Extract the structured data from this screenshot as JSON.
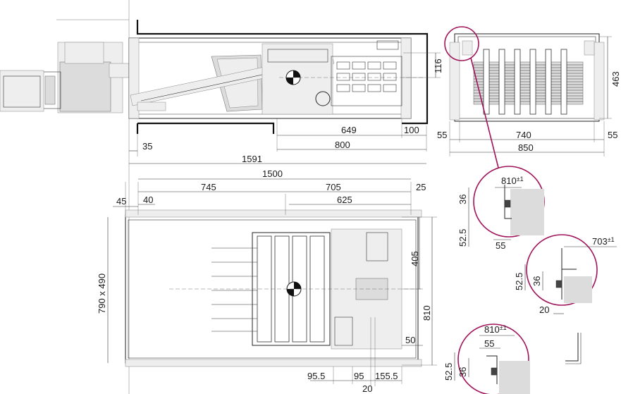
{
  "drawing": {
    "side_view": {
      "dims": {
        "d116": "116",
        "d649": "649",
        "d100": "100",
        "d35": "35",
        "d800": "800",
        "d1591": "1591"
      }
    },
    "front_view": {
      "dims": {
        "d463": "463",
        "d55_left": "55",
        "d740": "740",
        "d55_right": "55",
        "d850": "850"
      }
    },
    "plan_view": {
      "dims": {
        "d1500": "1500",
        "d45": "45",
        "d40": "40",
        "d745": "745",
        "d705": "705",
        "d625": "625",
        "d25": "25",
        "d790x490": "790 x 490",
        "d405": "405",
        "d810": "810",
        "d50": "50",
        "d95_5": "95.5",
        "d95": "95",
        "d155_5": "155.5",
        "d20": "20"
      }
    },
    "detail_1": {
      "dims": {
        "d810": "810",
        "tol": "±1",
        "d36": "36",
        "d52_5": "52.5",
        "d55": "55"
      }
    },
    "detail_2": {
      "dims": {
        "d703": "703",
        "tol": "±1",
        "d52_5": "52.5",
        "d36": "36",
        "d20": "20"
      }
    },
    "detail_3": {
      "dims": {
        "d810": "810",
        "tol": "±1",
        "d55": "55",
        "d52_5": "52.5",
        "d36": "36"
      }
    },
    "colors": {
      "detail_circle": "#a0145a",
      "line": "#222222",
      "fill_grey": "#dcdcdc"
    }
  }
}
